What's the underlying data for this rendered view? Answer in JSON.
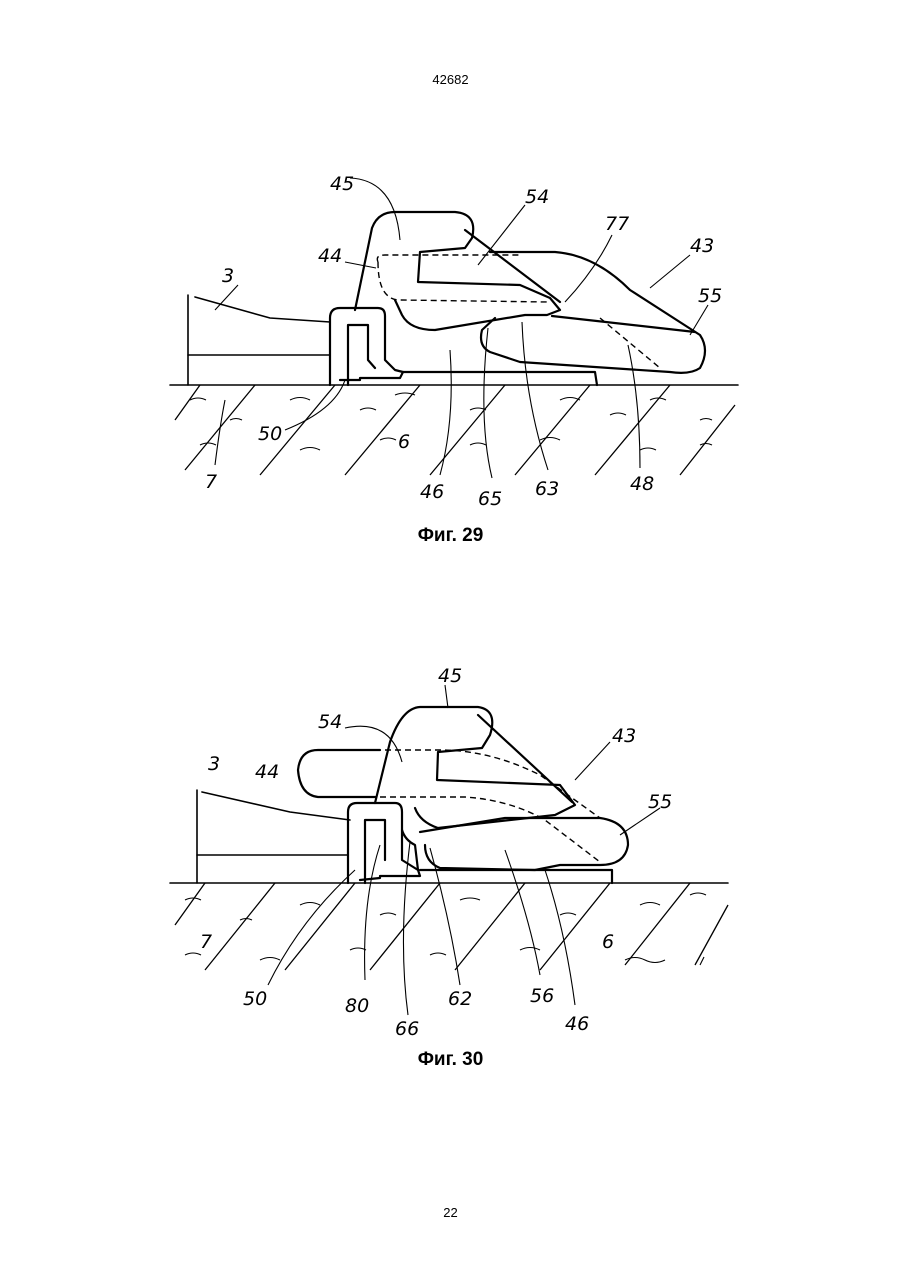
{
  "header": {
    "doc_number": "42682"
  },
  "footer": {
    "page_number": "22"
  },
  "fig29": {
    "caption": "Фиг. 29",
    "labels": {
      "l45": "45",
      "l54": "54",
      "l77": "77",
      "l43": "43",
      "l44": "44",
      "l3": "3",
      "l55": "55",
      "l50": "50",
      "l6": "6",
      "l7": "7",
      "l46": "46",
      "l65": "65",
      "l63": "63",
      "l48": "48"
    }
  },
  "fig30": {
    "caption": "Фиг. 30",
    "labels": {
      "l45": "45",
      "l54": "54",
      "l43": "43",
      "l3": "3",
      "l44": "44",
      "l55": "55",
      "l7": "7",
      "l6": "6",
      "l50": "50",
      "l80": "80",
      "l66": "66",
      "l62": "62",
      "l56": "56",
      "l46": "46"
    }
  }
}
